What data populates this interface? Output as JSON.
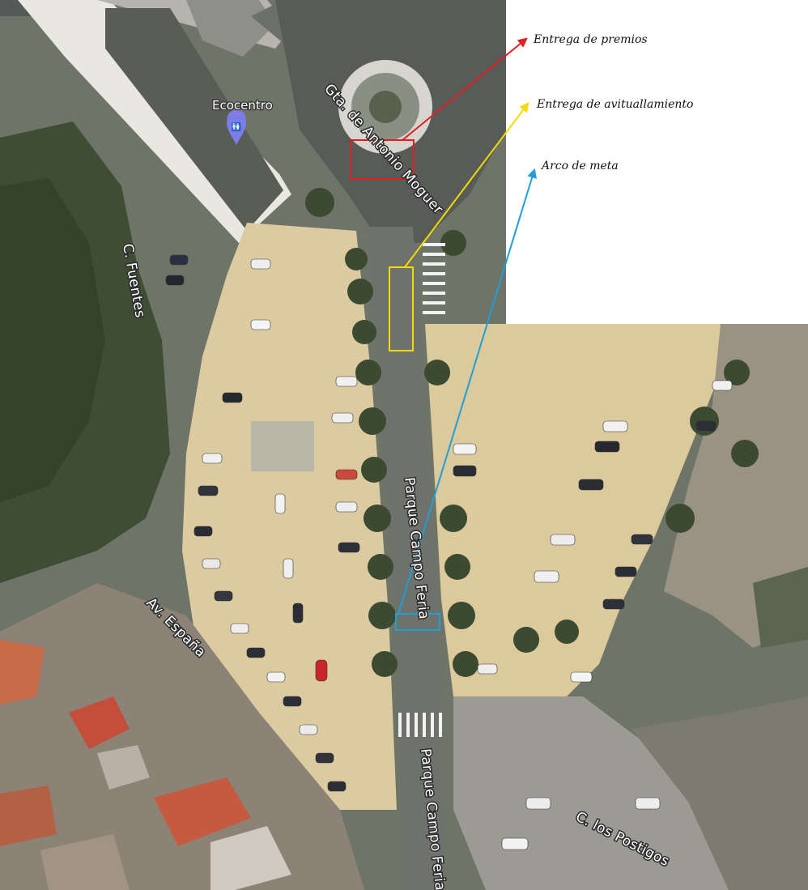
{
  "poi": {
    "name": "Ecocentro",
    "icon": "restroom-pin-icon",
    "pin_color": "#7e7ce6"
  },
  "streets": {
    "gta": "Gta. de Antonio Moguer",
    "fuentes": "C. Fuentes",
    "espana": "Av. España",
    "parque_1": "Parque Campo Feria",
    "parque_2": "Parque Campo Feria",
    "postigos": "C. los Postigos"
  },
  "legend": [
    {
      "label": "Entrega de premios",
      "color": "#e02020"
    },
    {
      "label": "Entrega de avituallamiento",
      "color": "#f2dc00"
    },
    {
      "label": "Arco de meta",
      "color": "#1e9fd8"
    }
  ]
}
